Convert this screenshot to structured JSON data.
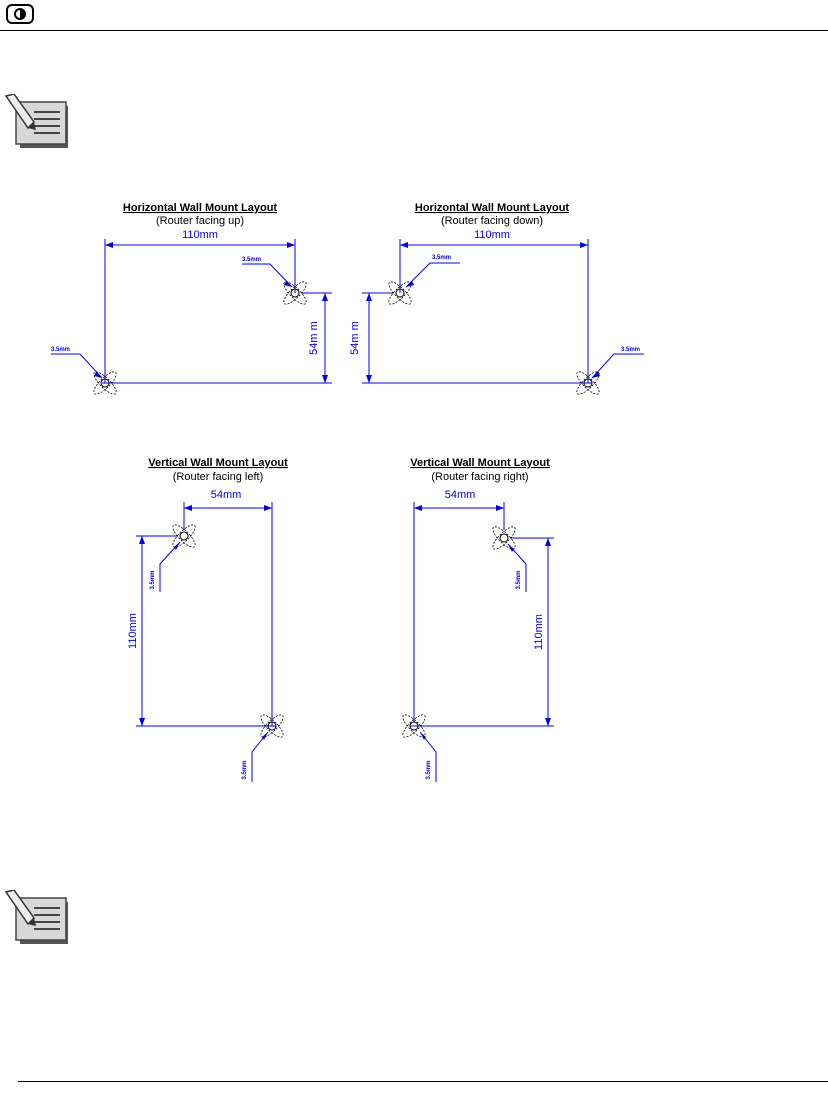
{
  "icons": {
    "logo": "circle-logo-icon",
    "note": "notepad-pencil-icon"
  },
  "colors": {
    "dimension": "#0000ff"
  },
  "diagrams": {
    "h_up": {
      "title": "Horizontal Wall Mount Layout",
      "subtitle": "(Router facing up)",
      "width": "110mm",
      "height": "54m m",
      "hole_a": "3.5mm",
      "hole_b": "3.5mm"
    },
    "h_down": {
      "title": "Horizontal Wall Mount Layout",
      "subtitle": "(Router facing down)",
      "width": "110mm",
      "height": "54m m",
      "hole_a": "3.5mm",
      "hole_b": "3.5mm"
    },
    "v_left": {
      "title": "Vertical Wall Mount Layout",
      "subtitle": "(Router facing left)",
      "width": "54mm",
      "height": "110mm",
      "hole_a": "3.5mm",
      "hole_b": "3.5mm"
    },
    "v_right": {
      "title": "Vertical Wall Mount Layout",
      "subtitle": "(Router facing right)",
      "width": "54mm",
      "height": "110mm",
      "hole_a": "3.5mm",
      "hole_b": "3.5mm"
    }
  }
}
